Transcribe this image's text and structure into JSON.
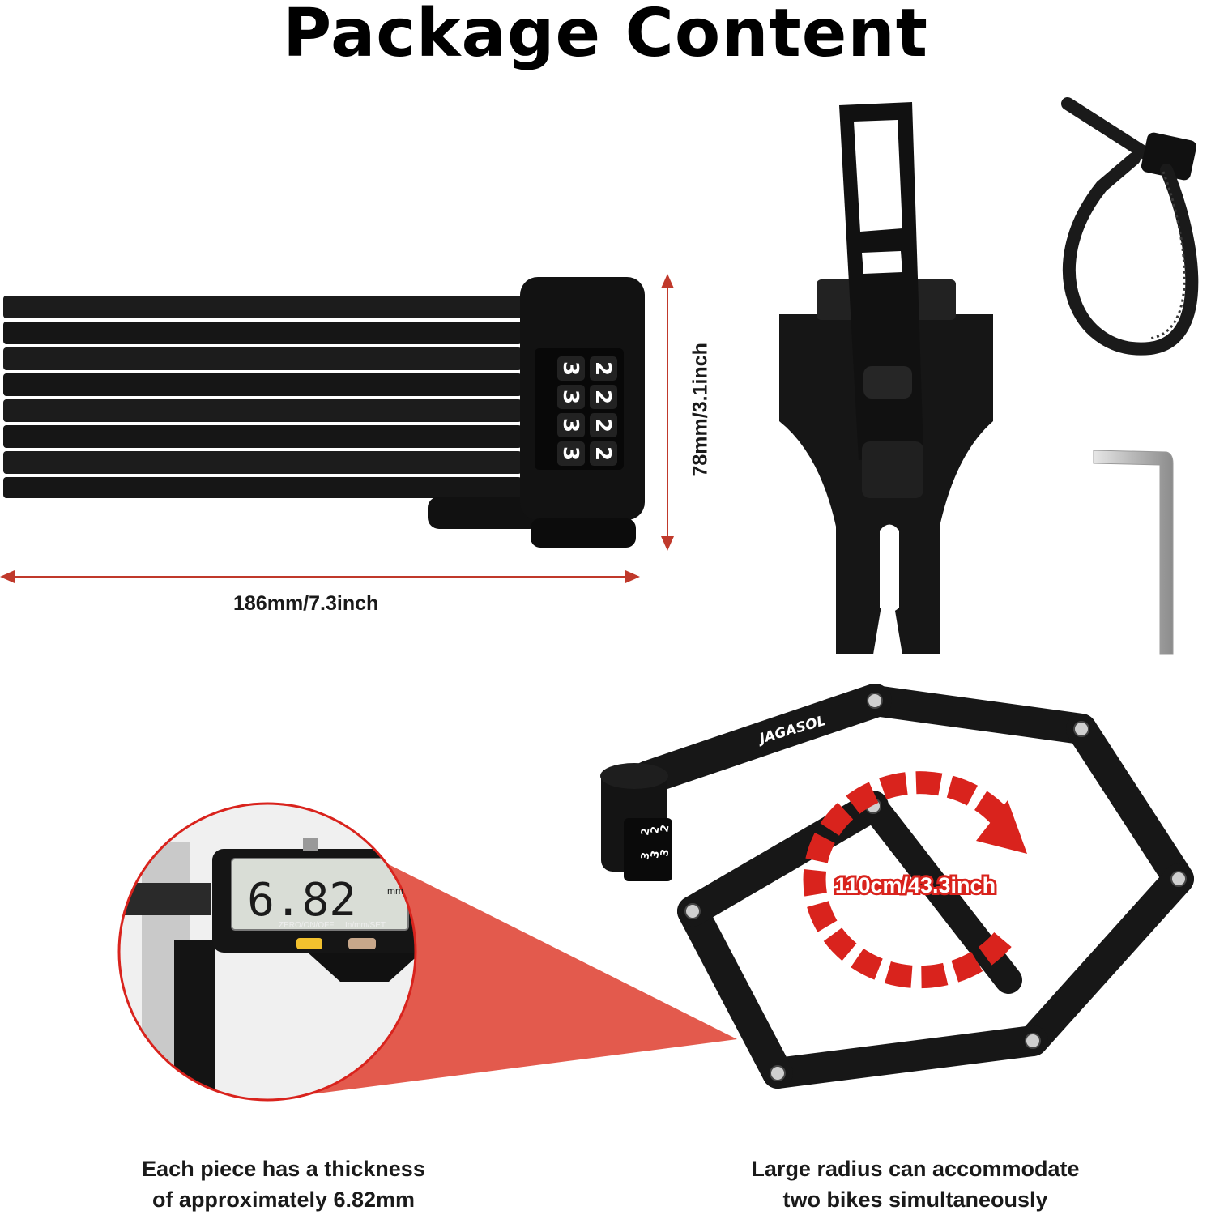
{
  "title": "Package Content",
  "dimensions": {
    "width_label": "186mm/7.3inch",
    "height_label": "78mm/3.1inch",
    "radius_label": "110cm/43.3inch"
  },
  "lock": {
    "dial_digits": [
      [
        "3",
        "2"
      ],
      [
        "3",
        "2"
      ],
      [
        "3",
        "2"
      ],
      [
        "3",
        "2"
      ]
    ],
    "brand": "JAGASOL"
  },
  "caliper": {
    "reading": "6.82",
    "unit": "mm",
    "button_left": "ZERO/ON/OFF",
    "button_right": "In/mm/SET"
  },
  "captions": {
    "thickness_line1": "Each piece has a thickness",
    "thickness_line2": "of approximately 6.82mm",
    "radius_line1": "Large radius can accommodate",
    "radius_line2": "two bikes simultaneously"
  },
  "colors": {
    "accent_red": "#d9231d",
    "dimension_line": "#c0392b",
    "product_black": "#141414"
  }
}
